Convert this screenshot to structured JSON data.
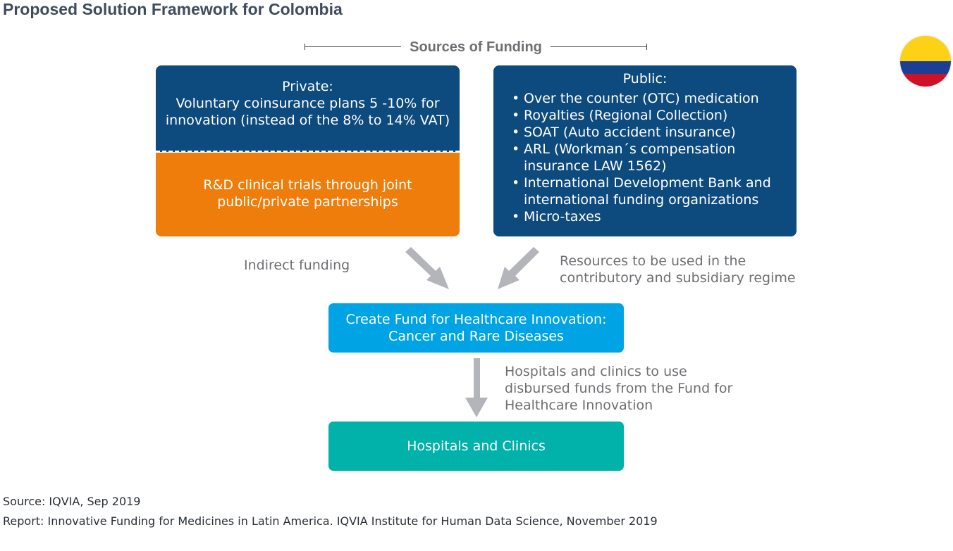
{
  "title": "Proposed Solution Framework for Colombia",
  "sources_label": "Sources of Funding",
  "flag": {
    "name": "Colombia",
    "colors": [
      "#fcd116",
      "#1c3f94",
      "#ce1126"
    ]
  },
  "private": {
    "heading": "Private:",
    "line1": "Voluntary coinsurance plans 5 -10% for",
    "line2": "innovation (instead of the 8% to 14% VAT)",
    "rd_line1": "R&D clinical trials through joint",
    "rd_line2": "public/private partnerships"
  },
  "public": {
    "heading": "Public:",
    "items": [
      [
        "Over the counter (OTC) medication"
      ],
      [
        "Royalties (Regional Collection)"
      ],
      [
        "SOAT (Auto accident insurance)"
      ],
      [
        "ARL (Workman´s compensation",
        "insurance LAW 1562)"
      ],
      [
        "International Development Bank and",
        "international funding organizations"
      ],
      [
        "Micro-taxes"
      ]
    ]
  },
  "annotations": {
    "indirect": "Indirect funding",
    "resources_line1": "Resources to be used in the",
    "resources_line2": "contributory and subsidiary regime",
    "hospitals_line1": "Hospitals and clinics to use",
    "hospitals_line2": "disbursed funds from the Fund for",
    "hospitals_line3": "Healthcare Innovation"
  },
  "fund": {
    "line1": "Create Fund for Healthcare Innovation:",
    "line2": "Cancer and Rare Diseases"
  },
  "hospitals": {
    "label": "Hospitals and Clinics"
  },
  "footer": {
    "source": "Source: IQVIA, Sep 2019",
    "report": "Report: Innovative Funding for Medicines in Latin America. IQVIA Institute for Human Data Science, November 2019"
  },
  "colors": {
    "navy": "#0d4a7d",
    "orange": "#ef7d0b",
    "sky": "#00a4e4",
    "teal": "#00b2a9",
    "arrow": "#b3b5bb",
    "annotation": "#6e6f73"
  }
}
